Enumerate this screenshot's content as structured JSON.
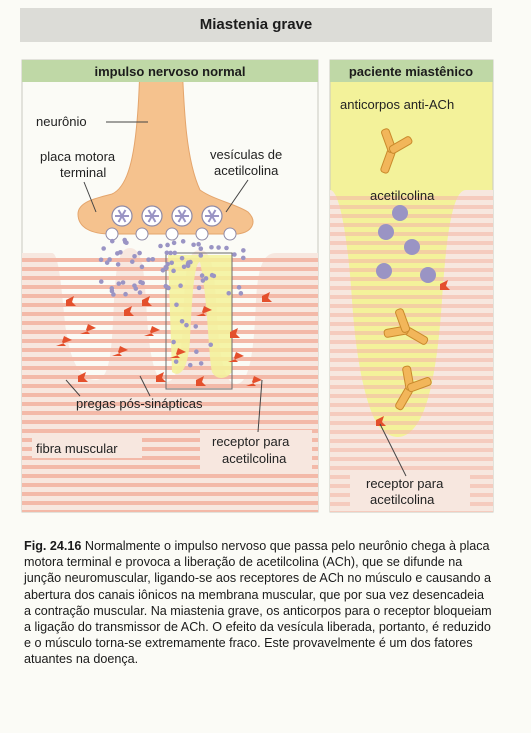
{
  "figure": {
    "title": "Miastenia grave",
    "left_panel": {
      "header": "impulso nervoso normal",
      "labels": {
        "neuron": "neurônio",
        "end_plate_line1": "placa motora",
        "end_plate_line2": "terminal",
        "vesicles_line1": "vesículas de",
        "vesicles_line2": "acetilcolina",
        "folds": "pregas pós-sinápticas",
        "muscle": "fibra muscular",
        "receptor_line1": "receptor para",
        "receptor_line2": "acetilcolina"
      }
    },
    "right_panel": {
      "header": "paciente miastênico",
      "labels": {
        "antibodies": "anticorpos anti-ACh",
        "ach": "acetilcolina",
        "receptor_line1": "receptor para",
        "receptor_line2": "acetilcolina"
      }
    },
    "colors": {
      "header_green": "#bfd8a6",
      "neuron_orange": "#f5c28e",
      "cleft_yellow": "#f3f29a",
      "muscle_stripes": "#f3b9a8",
      "receptor_red": "#e4502c",
      "vesicle_purple": "#9a94c4",
      "antibody_orange": "#f2b65a"
    }
  },
  "caption": {
    "label": "Fig. 24.16",
    "text": " Normalmente o impulso nervoso que passa pelo neurônio chega à placa motora terminal e provoca a liberação de acetilcolina (ACh), que se difunde na junção neuromuscular, ligando-se aos receptores de ACh no músculo e causando a abertura dos canais iônicos na membrana muscular, que por sua vez desencadeia a contração muscular. Na miastenia grave, os anticorpos para o receptor bloqueiam a ligação do transmissor de ACh. O efeito da vesícula liberada, portanto, é reduzido e o músculo torna-se extremamente fraco. Este provavelmente é um dos fatores atuantes na doença."
  }
}
